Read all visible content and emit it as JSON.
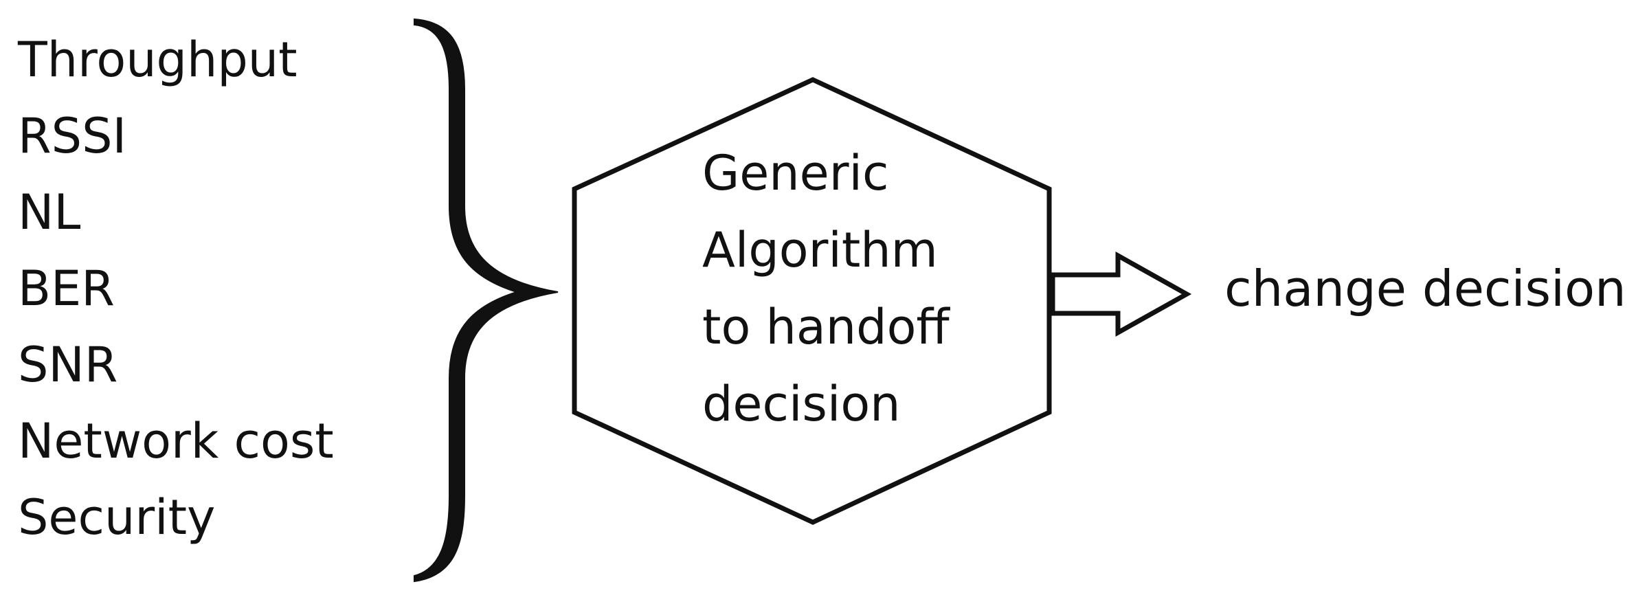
{
  "inputs": [
    "Throughput",
    "RSSI",
    "NL",
    "BER",
    "SNR",
    "Network cost",
    "Security"
  ],
  "process": {
    "lines": [
      "Generic",
      "Algorithm",
      "to handoff",
      "decision"
    ]
  },
  "output": "change decision",
  "colors": {
    "ink": "#111111",
    "background": "#ffffff"
  }
}
